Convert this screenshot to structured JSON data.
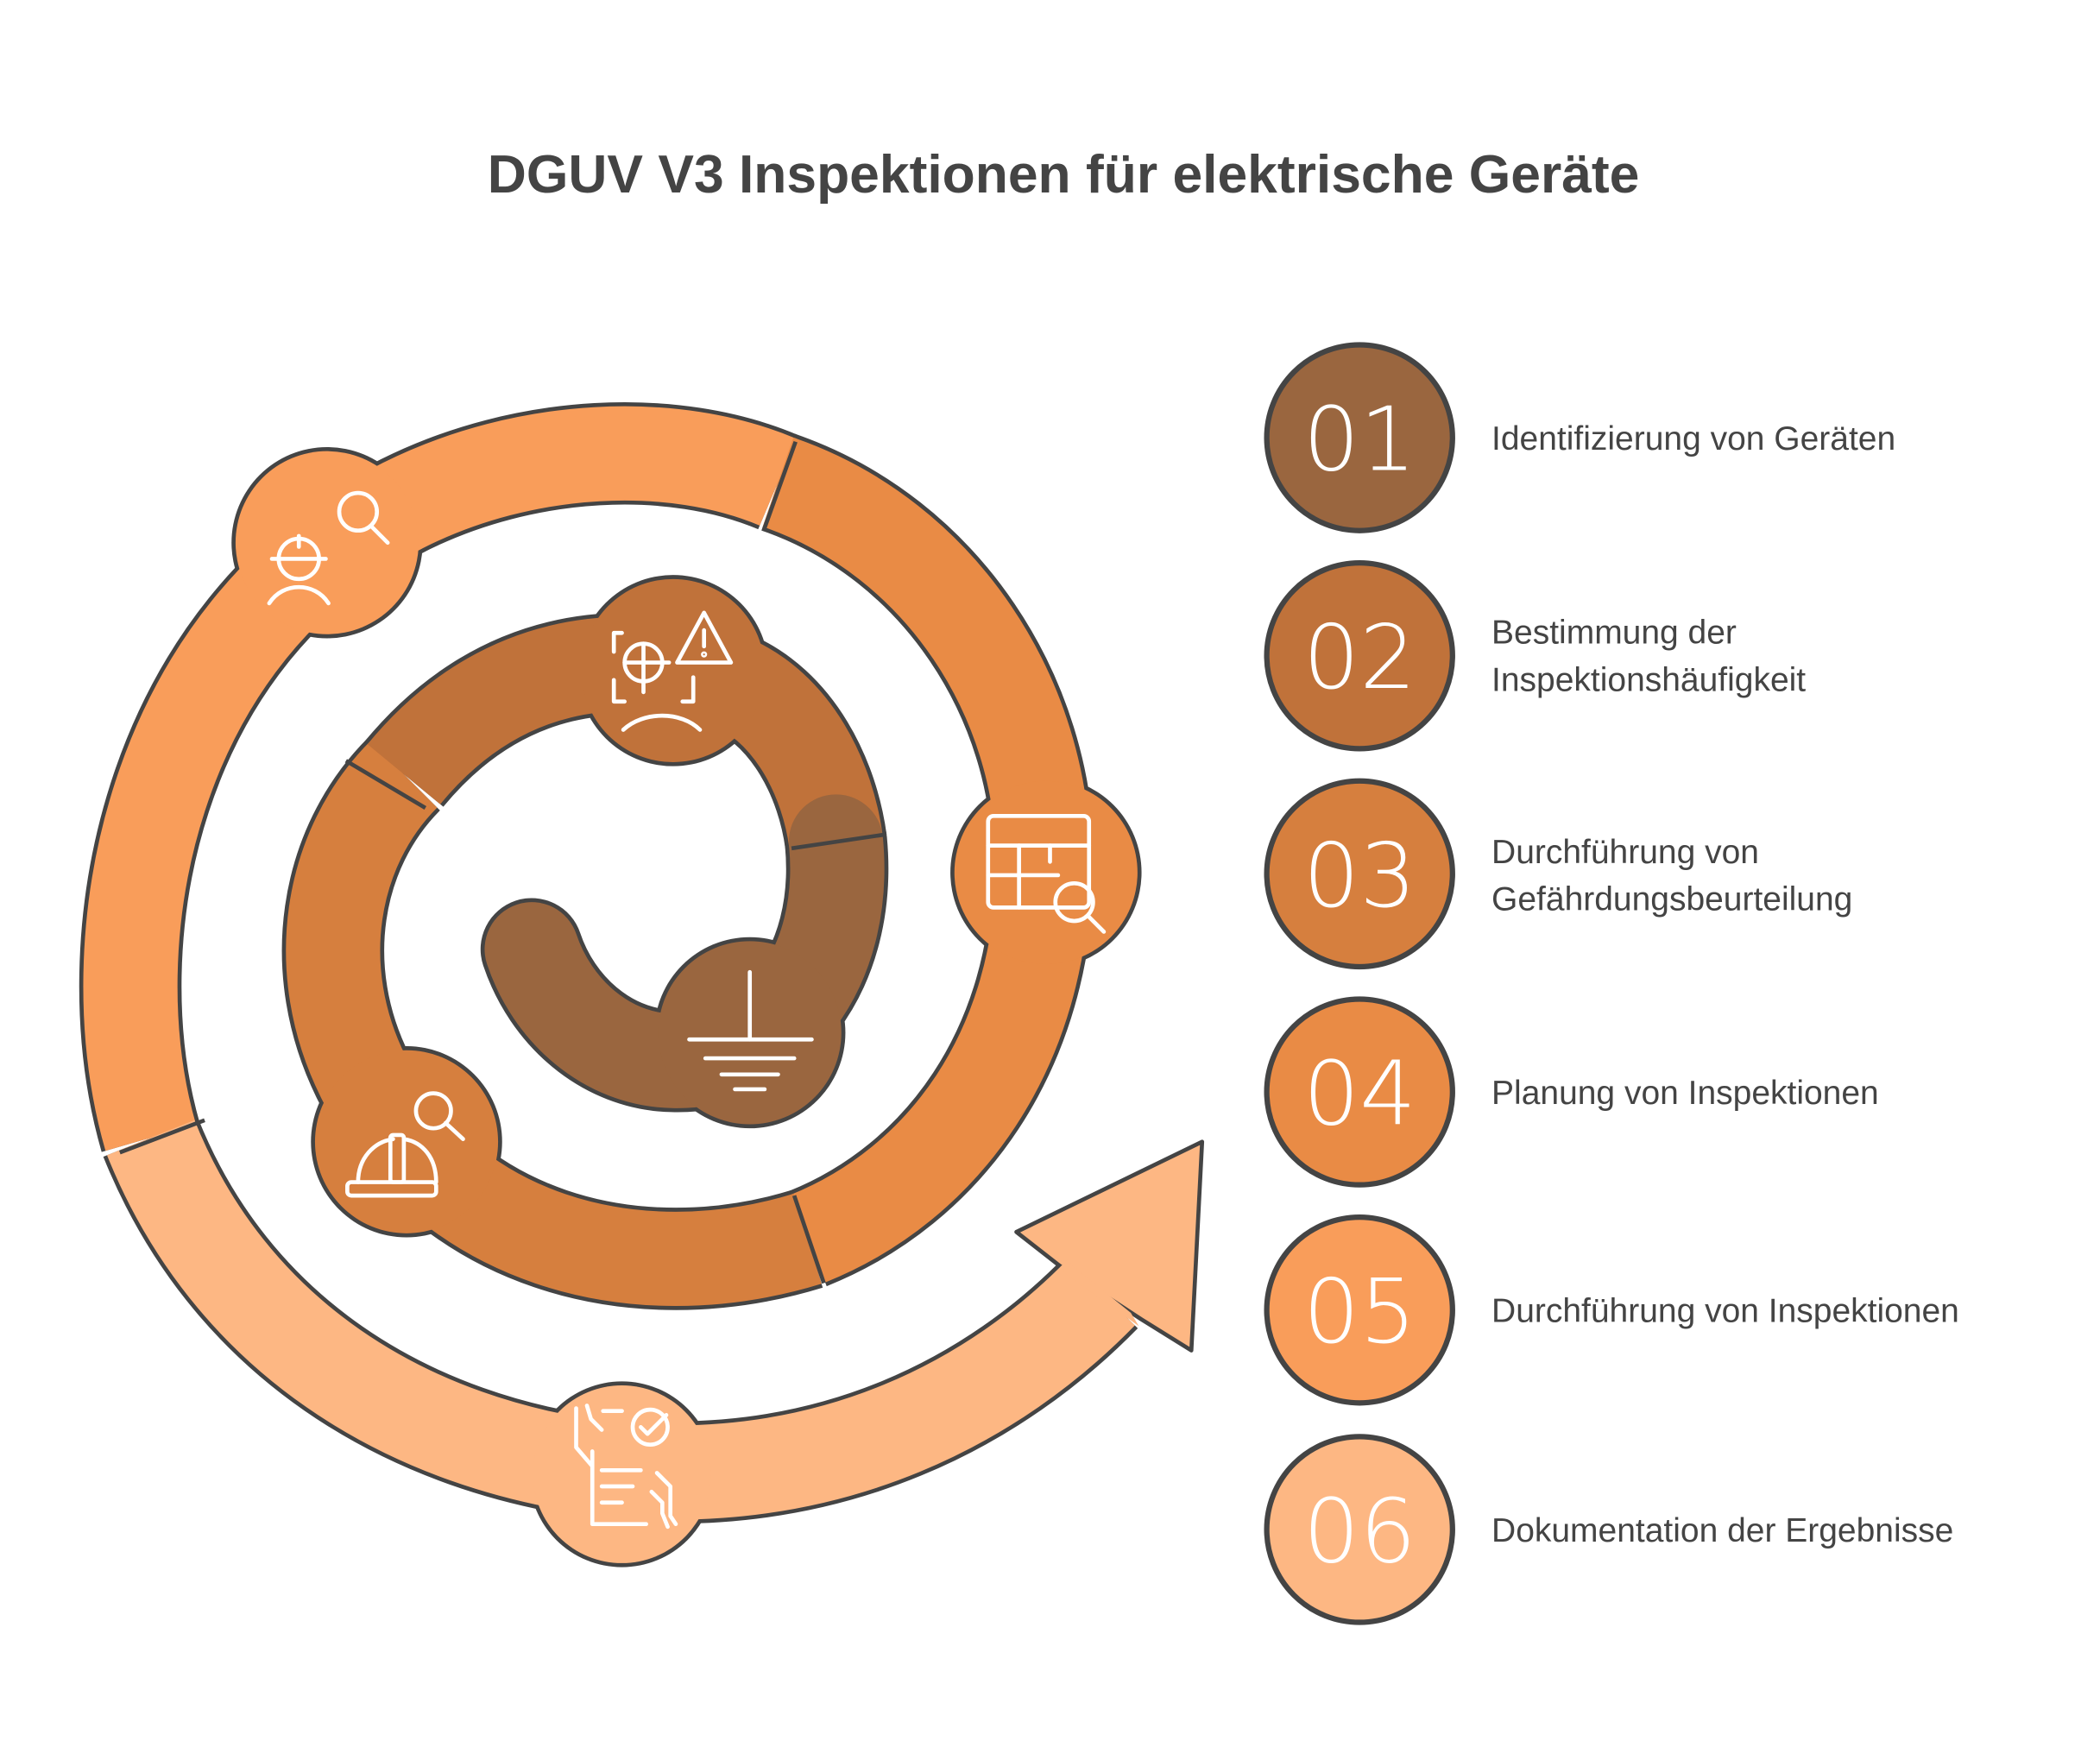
{
  "title": "DGUV V3 Inspektionen für elektrische Geräte",
  "colors": {
    "outline": "#444444",
    "step1": "#9A663F",
    "step2": "#C0723A",
    "step3": "#D67F3E",
    "step4": "#E98B45",
    "step5": "#F99D5A",
    "step6": "#FDB783"
  },
  "steps": [
    {
      "number": "01",
      "lines": [
        "Identifizierung von Geräten"
      ],
      "icon": "ground-symbol-icon"
    },
    {
      "number": "02",
      "lines": [
        "Bestimmung der",
        "Inspektionshäufigkeit"
      ],
      "icon": "risk-assessment-face-icon"
    },
    {
      "number": "03",
      "lines": [
        "Durchführung von",
        "Gefährdungsbeurteilung"
      ],
      "icon": "helmet-search-icon"
    },
    {
      "number": "04",
      "lines": [
        "Planung von Inspektionen"
      ],
      "icon": "table-search-icon"
    },
    {
      "number": "05",
      "lines": [
        "Durchführung von Inspektionen"
      ],
      "icon": "worker-search-icon"
    },
    {
      "number": "06",
      "lines": [
        "Dokumentation der Ergebnisse"
      ],
      "icon": "checklist-document-icon"
    }
  ]
}
